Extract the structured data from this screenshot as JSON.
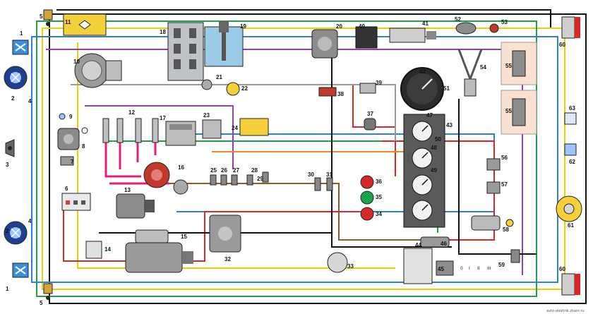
{
  "diagram": {
    "component_numbers": [
      "1",
      "2",
      "3",
      "4",
      "5",
      "6",
      "7",
      "8",
      "9",
      "10",
      "11",
      "12",
      "13",
      "14",
      "15",
      "16",
      "17",
      "18",
      "19",
      "20",
      "21",
      "22",
      "23",
      "24",
      "25",
      "26",
      "27",
      "28",
      "29",
      "30",
      "31",
      "32",
      "33",
      "34",
      "35",
      "36",
      "37",
      "38",
      "39",
      "40",
      "41",
      "42",
      "43",
      "44",
      "45",
      "46",
      "47",
      "48",
      "49",
      "50",
      "51",
      "52",
      "53",
      "54",
      "55",
      "56",
      "57",
      "58",
      "59",
      "60",
      "61",
      "62",
      "63"
    ],
    "gauge_labels": [
      "0",
      "I",
      "II",
      "III"
    ],
    "watermark": "avto-elektrik.zhanr.ru"
  }
}
